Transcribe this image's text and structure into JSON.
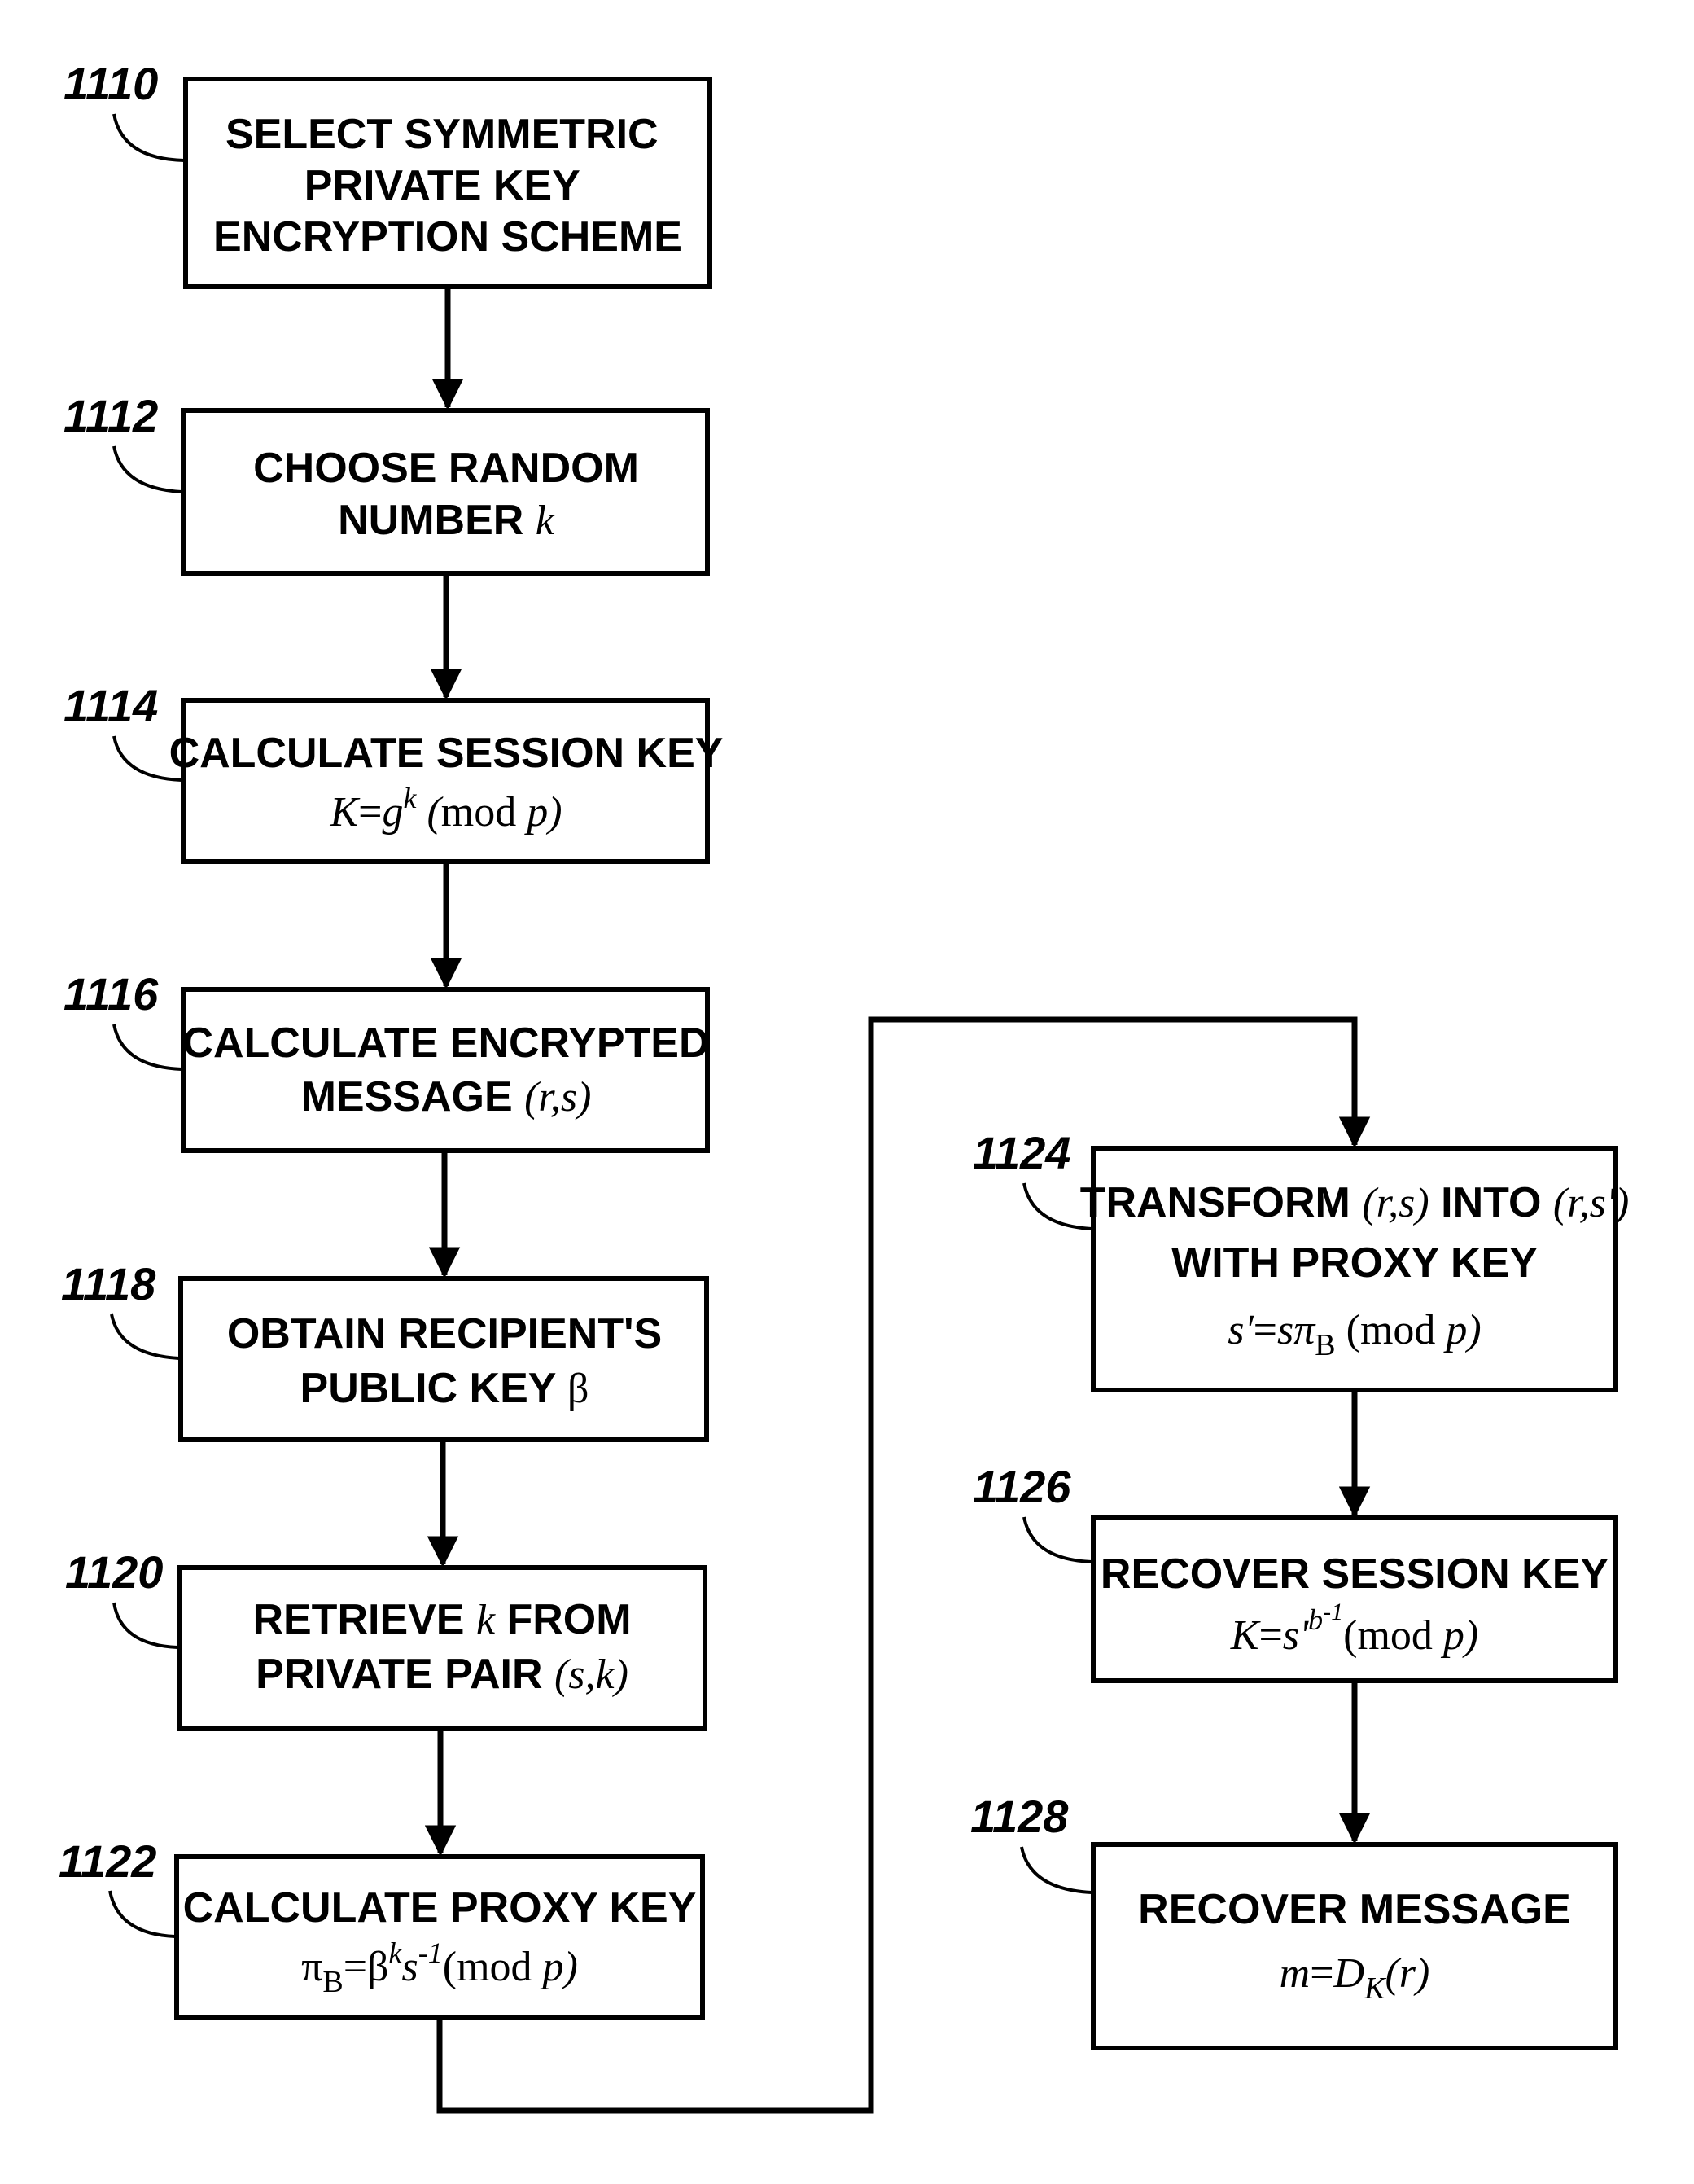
{
  "steps": [
    {
      "ref": "1110",
      "lines": [
        "SELECT SYMMETRIC",
        "PRIVATE KEY",
        "ENCRYPTION SCHEME"
      ]
    },
    {
      "ref": "1112",
      "lines": [
        "CHOOSE RANDOM"
      ],
      "line2_text": "NUMBER ",
      "line2_var": "k"
    },
    {
      "ref": "1114",
      "lines": [
        "CALCULATE SESSION KEY"
      ],
      "formula": {
        "lhs": "K",
        "eq": "=",
        "base": "g",
        "exp": "k",
        "mod_open": " (",
        "mod": "mod ",
        "p": "p",
        "mod_close": ")"
      }
    },
    {
      "ref": "1116",
      "lines": [
        "CALCULATE ENCRYPTED"
      ],
      "line2_text": "MESSAGE ",
      "line2_var": "(r,s)"
    },
    {
      "ref": "1118",
      "lines": [
        "OBTAIN RECIPIENT'S"
      ],
      "line2_text": "PUBLIC KEY  ",
      "line2_var": "β"
    },
    {
      "ref": "1120",
      "line1_text": "RETRIEVE ",
      "line1_var": "k",
      "line1_rest": " FROM",
      "line2_text": "PRIVATE PAIR ",
      "line2_var": "(s,k)"
    },
    {
      "ref": "1122",
      "lines": [
        "CALCULATE PROXY KEY"
      ],
      "formula": {
        "pi": "π",
        "sub": "B",
        "eq": "=β",
        "exp": "k",
        "s": "s",
        "sexp": "-1",
        "mod_open": "(",
        "mod": "mod ",
        "p": "p",
        "mod_close": ")"
      }
    },
    {
      "ref": "1124",
      "line1_text": "TRANSFORM ",
      "line1_var": "(r,s)",
      "line1_mid": " INTO ",
      "line1_var2": "(r,s')",
      "lines": [
        "WITH PROXY KEY"
      ],
      "formula": {
        "lhs": "s'",
        "eq": "=",
        "s": "sπ",
        "sub": "B",
        "mod_open": " (",
        "mod": "mod ",
        "p": "p",
        "mod_close": ")"
      }
    },
    {
      "ref": "1126",
      "lines": [
        "RECOVER SESSION KEY"
      ],
      "formula": {
        "lhs": "K",
        "eq": "=",
        "s": "s'",
        "exp": "b",
        "exp2": "-1",
        "mod_open": "(",
        "mod": "mod ",
        "p": "p",
        "mod_close": ")"
      }
    },
    {
      "ref": "1128",
      "lines": [
        "RECOVER MESSAGE"
      ],
      "formula": {
        "lhs": "m",
        "eq": "=",
        "d": "D",
        "sub": "K",
        "arg": "(r)"
      }
    }
  ]
}
